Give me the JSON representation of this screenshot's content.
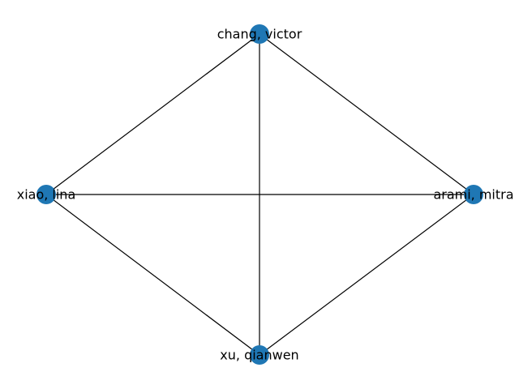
{
  "graph": {
    "node_color": "#1f77b4",
    "edge_color": "#000000",
    "nodes": [
      {
        "id": "chang",
        "label": "chang, victor"
      },
      {
        "id": "xiao",
        "label": "xiao, lina"
      },
      {
        "id": "arami",
        "label": "arami, mitra"
      },
      {
        "id": "xu",
        "label": "xu, qianwen"
      }
    ],
    "edges": [
      [
        "chang",
        "xiao"
      ],
      [
        "chang",
        "arami"
      ],
      [
        "chang",
        "xu"
      ],
      [
        "xiao",
        "arami"
      ],
      [
        "xiao",
        "xu"
      ],
      [
        "arami",
        "xu"
      ]
    ]
  }
}
